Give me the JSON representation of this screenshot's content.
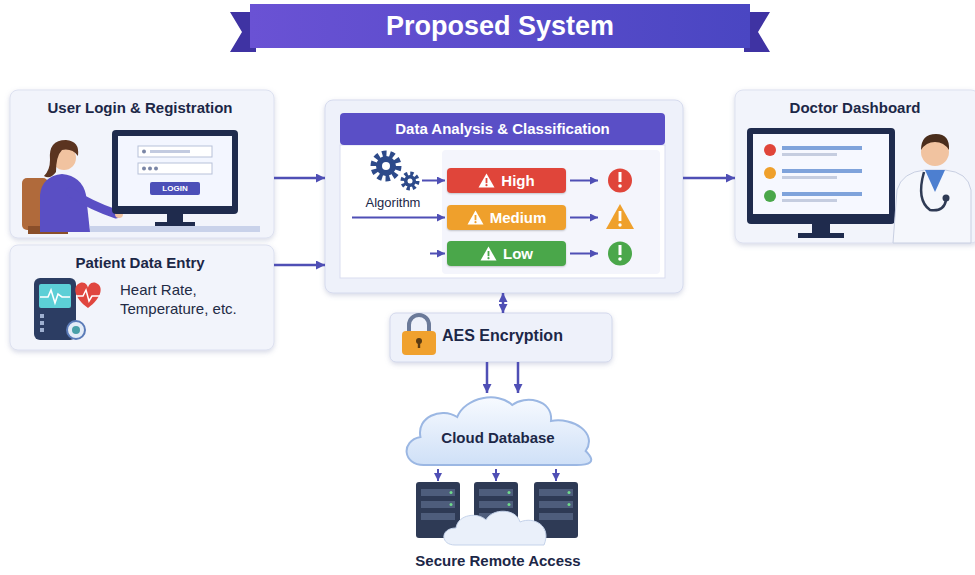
{
  "diagram": {
    "title": "Proposed System",
    "nodes": [
      {
        "text": [
          "User Login & Registration"
        ]
      },
      {
        "text": [
          "Patient Data Entry",
          "Heart Rate, Temperature, etc."
        ]
      },
      {
        "text": [
          "Data Analysis & Classification",
          "Algorithm"
        ]
      },
      {
        "text": [
          "High"
        ],
        "in": 2
      },
      {
        "text": [
          "Medium"
        ],
        "in": 2
      },
      {
        "text": [
          "Low"
        ],
        "in": 2
      },
      {
        "text": [
          "Doctor Dashboard"
        ]
      },
      {
        "text": [
          "AES Encryption"
        ]
      },
      {
        "text": [
          "Cloud Database"
        ]
      }
    ],
    "edges": [
      {
        "from": 0,
        "to": 2,
        "arrow": "to"
      },
      {
        "from": 1,
        "to": 2,
        "arrow": "to"
      },
      {
        "from": 2,
        "to": 6,
        "arrow": "to"
      },
      {
        "from": 2,
        "to": 7,
        "arrow": "both"
      },
      {
        "from": 7,
        "to": 8,
        "arrow": "to"
      },
      {
        "from": 7,
        "to": 8,
        "arrow": "to"
      }
    ],
    "labels": [
      "LOGIN",
      "Secure Remote Access"
    ]
  }
}
